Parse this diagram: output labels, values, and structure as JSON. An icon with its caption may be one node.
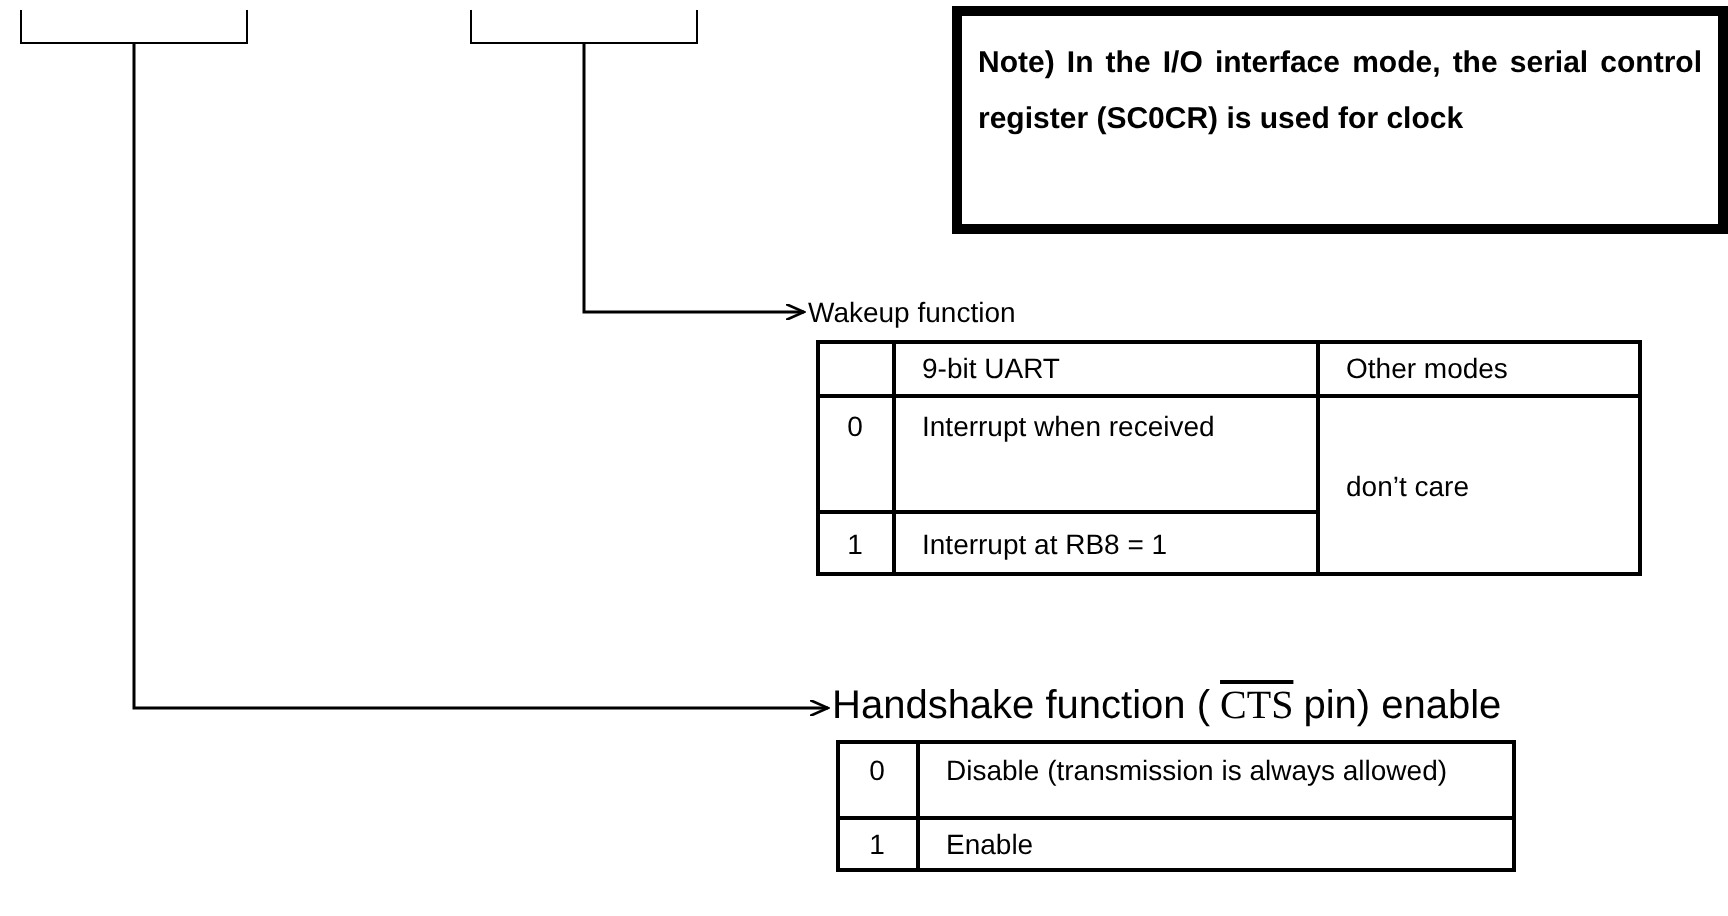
{
  "diagram": {
    "nodes": [
      {
        "text": [],
        "shape": "bracket"
      },
      {
        "text": [],
        "shape": "bracket"
      },
      {
        "text": [
          "Note) In the I/O interface mode, the serial control register (SC0CR) is used for clock"
        ]
      },
      {
        "text": [
          "Wakeup function"
        ]
      },
      {
        "text": [
          "Handshake function (",
          "CTS",
          "pin) enable"
        ]
      }
    ],
    "edges": [
      {
        "from": 1,
        "to": 3,
        "arrow": "to"
      },
      {
        "from": 0,
        "to": 4,
        "arrow": "to"
      }
    ],
    "labels": [
      "9-bit UART",
      "Other modes",
      "0",
      "Interrupt when received",
      "don’t care",
      "1",
      "Interrupt at RB8 = 1",
      "0",
      "Disable (transmission is always allowed)",
      "1",
      "Enable"
    ]
  }
}
